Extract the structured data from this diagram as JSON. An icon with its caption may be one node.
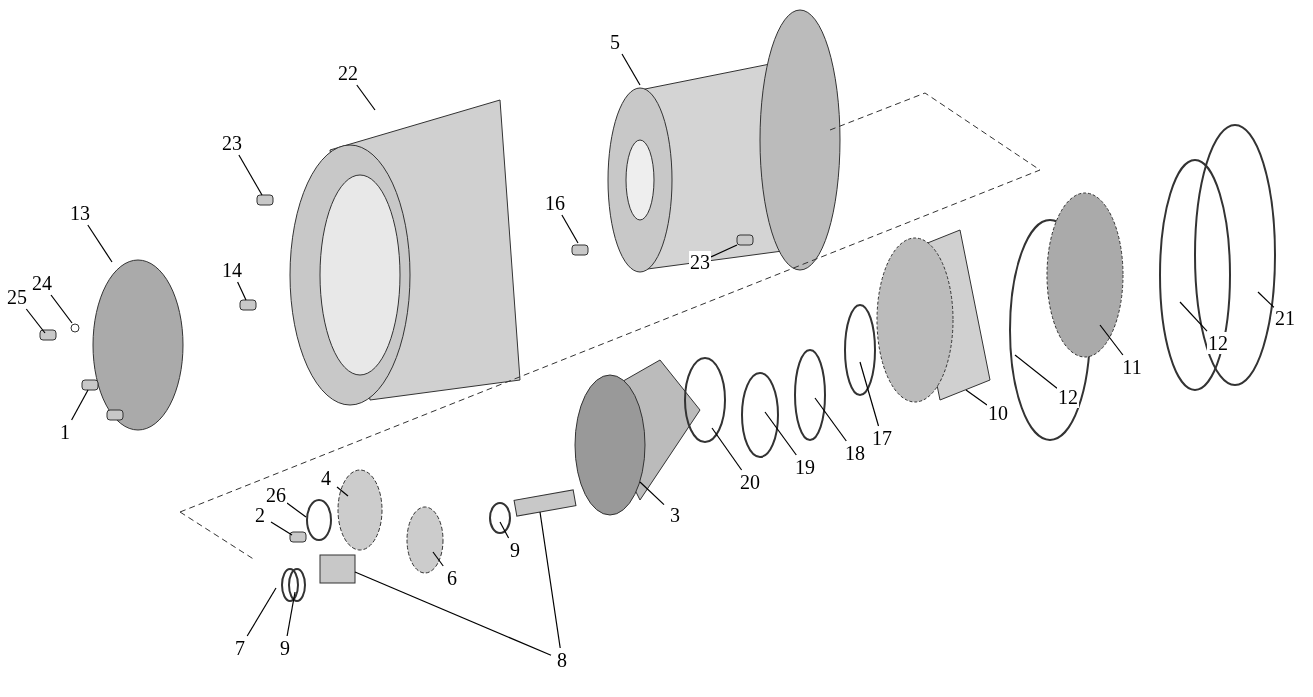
{
  "diagram": {
    "nodes": [
      {
        "text": [
          "5"
        ]
      },
      {
        "text": [
          "22"
        ]
      },
      {
        "text": [
          "23"
        ]
      },
      {
        "text": [
          "16"
        ]
      },
      {
        "text": [
          "13"
        ]
      },
      {
        "text": [
          "14"
        ]
      },
      {
        "text": [
          "23"
        ]
      },
      {
        "text": [
          "24"
        ]
      },
      {
        "text": [
          "25"
        ]
      },
      {
        "text": [
          "11"
        ]
      },
      {
        "text": [
          "21"
        ]
      },
      {
        "text": [
          "12"
        ]
      },
      {
        "text": [
          "12"
        ]
      },
      {
        "text": [
          "10"
        ]
      },
      {
        "text": [
          "1"
        ]
      },
      {
        "text": [
          "17"
        ]
      },
      {
        "text": [
          "18"
        ]
      },
      {
        "text": [
          "19"
        ]
      },
      {
        "text": [
          "20"
        ]
      },
      {
        "text": [
          "4"
        ]
      },
      {
        "text": [
          "26"
        ]
      },
      {
        "text": [
          "2"
        ]
      },
      {
        "text": [
          "3"
        ]
      },
      {
        "text": [
          "9"
        ]
      },
      {
        "text": [
          "6"
        ]
      },
      {
        "text": [
          "7"
        ]
      },
      {
        "text": [
          "9"
        ]
      },
      {
        "text": [
          "8"
        ]
      }
    ],
    "edges": [
      {
        "from": 0,
        "to": null,
        "arrow": "none"
      },
      {
        "from": 1,
        "to": null,
        "arrow": "none"
      },
      {
        "from": 2,
        "to": null,
        "arrow": "none"
      },
      {
        "from": 3,
        "to": null,
        "arrow": "none"
      },
      {
        "from": 4,
        "to": null,
        "arrow": "none"
      },
      {
        "from": 5,
        "to": null,
        "arrow": "none"
      },
      {
        "from": 6,
        "to": null,
        "arrow": "none"
      },
      {
        "from": 7,
        "to": null,
        "arrow": "none"
      },
      {
        "from": 8,
        "to": null,
        "arrow": "none"
      },
      {
        "from": 9,
        "to": null,
        "arrow": "none"
      },
      {
        "from": 10,
        "to": null,
        "arrow": "none"
      },
      {
        "from": 11,
        "to": null,
        "arrow": "none"
      },
      {
        "from": 12,
        "to": null,
        "arrow": "none"
      },
      {
        "from": 13,
        "to": null,
        "arrow": "none"
      },
      {
        "from": 14,
        "to": null,
        "arrow": "none"
      },
      {
        "from": 15,
        "to": null,
        "arrow": "none"
      },
      {
        "from": 16,
        "to": null,
        "arrow": "none"
      },
      {
        "from": 17,
        "to": null,
        "arrow": "none"
      },
      {
        "from": 18,
        "to": null,
        "arrow": "none"
      },
      {
        "from": 19,
        "to": null,
        "arrow": "none"
      },
      {
        "from": 20,
        "to": null,
        "arrow": "none"
      },
      {
        "from": 21,
        "to": null,
        "arrow": "none"
      },
      {
        "from": 22,
        "to": null,
        "arrow": "none"
      },
      {
        "from": 23,
        "to": null,
        "arrow": "none"
      },
      {
        "from": 24,
        "to": null,
        "arrow": "none"
      },
      {
        "from": 25,
        "to": null,
        "arrow": "none"
      },
      {
        "from": 26,
        "to": null,
        "arrow": "none"
      },
      {
        "from": 27,
        "to": null,
        "arrow": "none"
      },
      {
        "from": 27,
        "to": null,
        "arrow": "none"
      }
    ]
  }
}
